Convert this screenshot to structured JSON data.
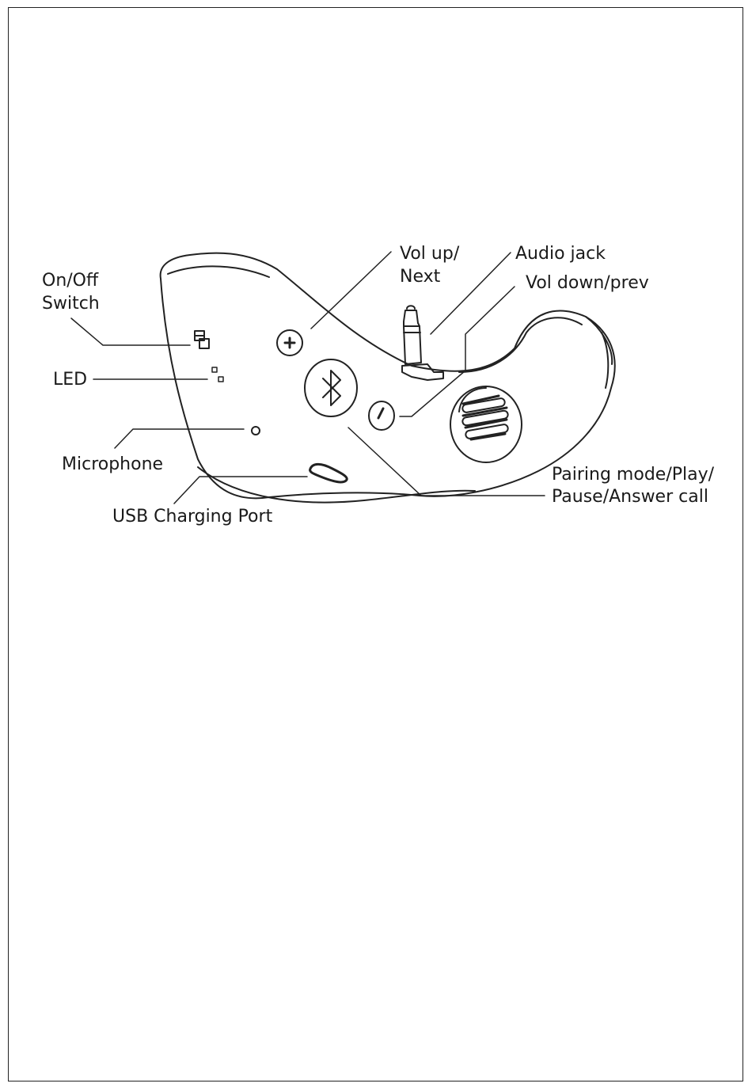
{
  "labels": {
    "on_off_line1": "On/Off",
    "on_off_line2": "Switch",
    "led": "LED",
    "microphone": "Microphone",
    "usb_port": "USB Charging Port",
    "vol_up_line1": "Vol up/",
    "vol_up_line2": "Next",
    "audio_jack": "Audio jack",
    "vol_down": "Vol down/prev",
    "pairing_line1": "Pairing mode/Play/",
    "pairing_line2": "Pause/Answer call"
  }
}
